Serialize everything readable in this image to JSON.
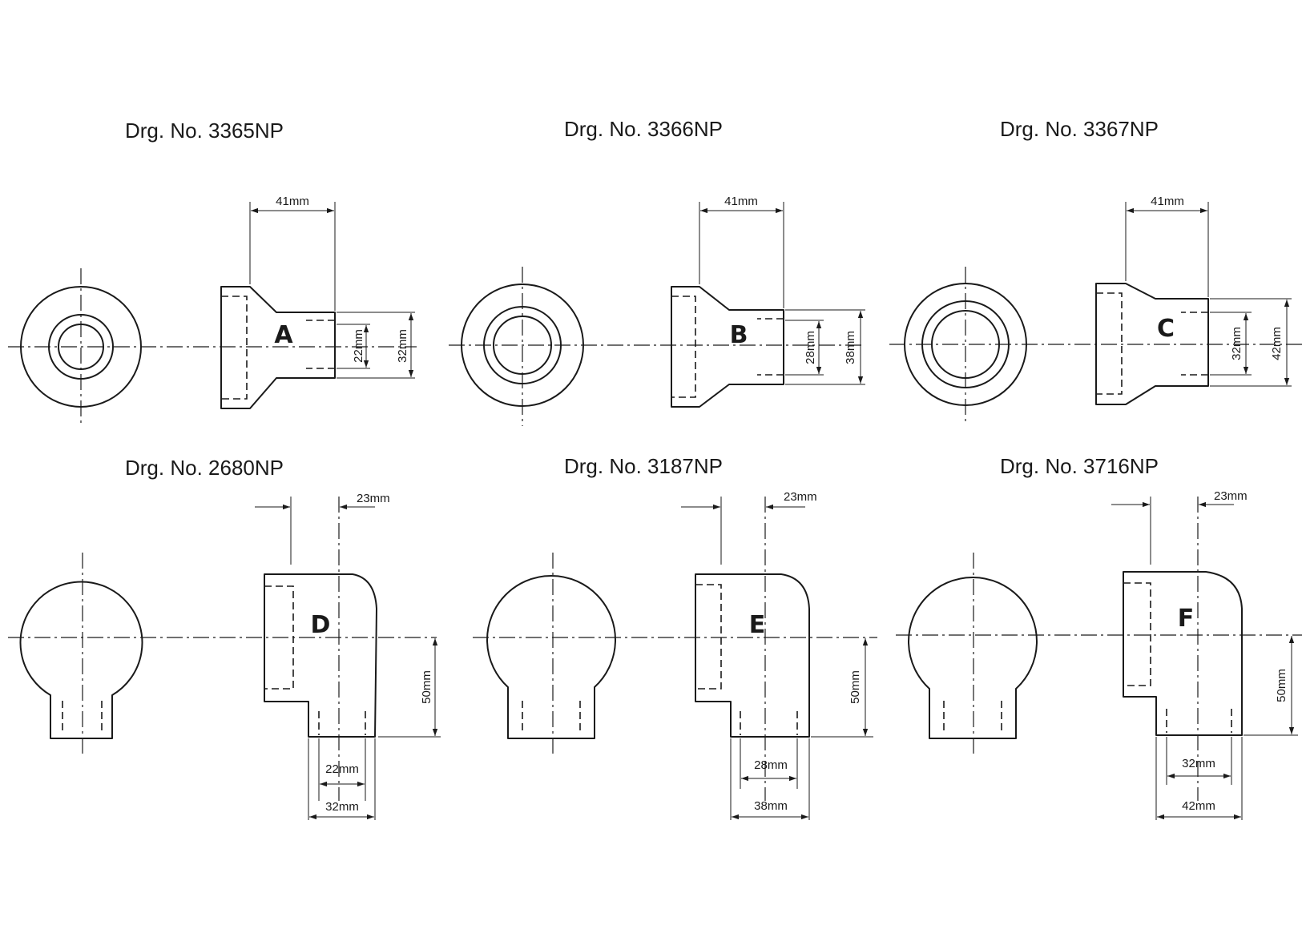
{
  "reducers": [
    {
      "drawing_no": "Drg. No. 3365NP",
      "letter": "A",
      "length": "41mm",
      "small_bore": "22mm",
      "large_bore": "32mm"
    },
    {
      "drawing_no": "Drg. No. 3366NP",
      "letter": "B",
      "length": "41mm",
      "small_bore": "28mm",
      "large_bore": "38mm"
    },
    {
      "drawing_no": "Drg. No. 3367NP",
      "letter": "C",
      "length": "41mm",
      "small_bore": "32mm",
      "large_bore": "42mm"
    }
  ],
  "elbows": [
    {
      "drawing_no": "Drg. No. 2680NP",
      "letter": "D",
      "offset": "23mm",
      "height": "50mm",
      "inner": "22mm",
      "outer": "32mm"
    },
    {
      "drawing_no": "Drg. No. 3187NP",
      "letter": "E",
      "offset": "23mm",
      "height": "50mm",
      "inner": "28mm",
      "outer": "38mm"
    },
    {
      "drawing_no": "Drg. No. 3716NP",
      "letter": "F",
      "offset": "23mm",
      "height": "50mm",
      "inner": "32mm",
      "outer": "42mm"
    }
  ]
}
